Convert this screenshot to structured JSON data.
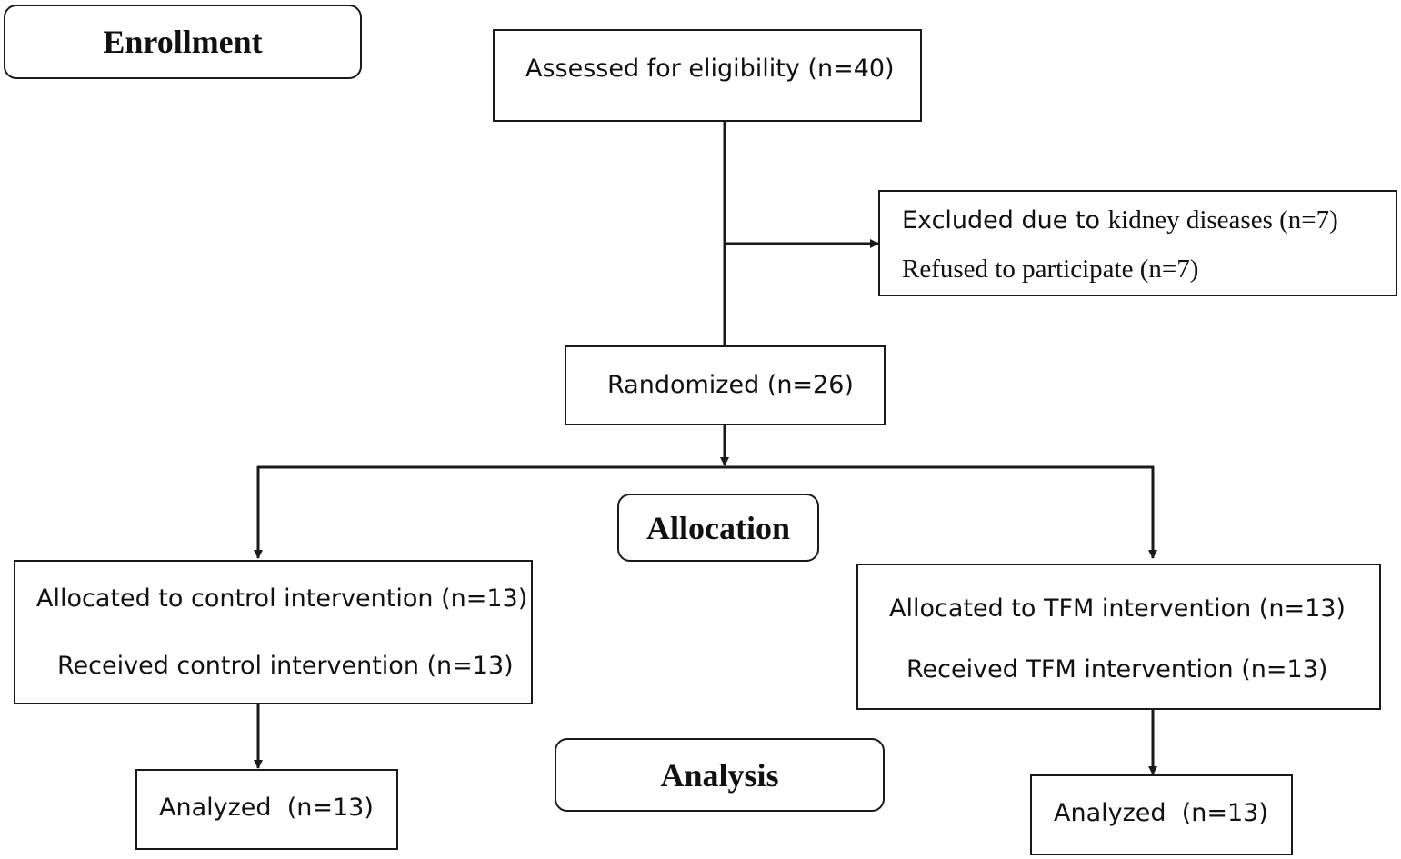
{
  "stages": {
    "enrollment": "Enrollment",
    "allocation": "Allocation",
    "analysis": "Analysis"
  },
  "assessed": "Assessed for eligibility (n=40)",
  "excluded": {
    "line1_a": "Excluded due to",
    "line1_b": "kidney diseases (n=7)",
    "line2": "Refused to participate (n=7)"
  },
  "randomized": "Randomized (n=26)",
  "control": {
    "allocated": "Allocated to control intervention (n=13)",
    "received": "Received control intervention (n=13)",
    "analyzed": "Analyzed  (n=13)"
  },
  "tfm": {
    "allocated": "Allocated to TFM intervention (n=13)",
    "received": "Received TFM intervention (n=13)",
    "analyzed": "Analyzed  (n=13)"
  },
  "colors": {
    "line": "#1a1a1a",
    "text": "#111111",
    "background": "#ffffff"
  }
}
